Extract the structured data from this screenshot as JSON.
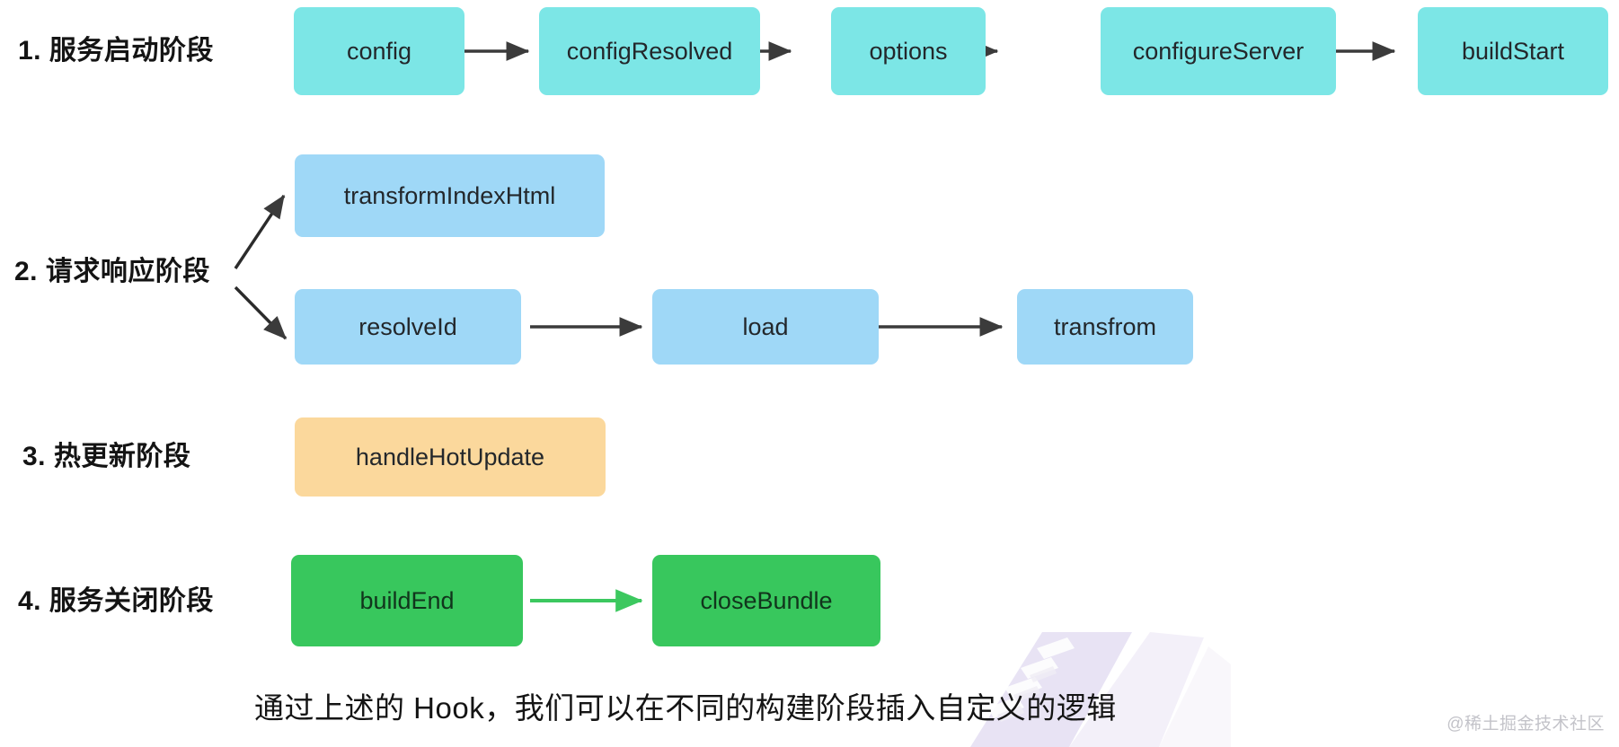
{
  "diagram": {
    "title_caption": "通过上述的 Hook，我们可以在不同的构建阶段插入自定义的逻辑",
    "watermark": "@稀土掘金技术社区",
    "colors": {
      "cyan": "#7ce6e6",
      "blue": "#9fd8f7",
      "amber": "#fbd89c",
      "green": "#38c75d",
      "arrow_dark": "#3b3b3b",
      "arrow_green": "#3cc85f",
      "text_dark": "#141414"
    },
    "stages": [
      {
        "id": "stage-1",
        "label": "1. 服务启动阶段",
        "color_key": "cyan",
        "hooks": [
          "config",
          "configResolved",
          "options",
          "configureServer",
          "buildStart"
        ],
        "flow": "linear"
      },
      {
        "id": "stage-2",
        "label": "2. 请求响应阶段",
        "color_key": "blue",
        "hooks": [
          "transformIndexHtml",
          "resolveId",
          "load",
          "transfrom"
        ],
        "flow": "branch"
      },
      {
        "id": "stage-3",
        "label": "3. 热更新阶段",
        "color_key": "amber",
        "hooks": [
          "handleHotUpdate"
        ],
        "flow": "single"
      },
      {
        "id": "stage-4",
        "label": "4. 服务关闭阶段",
        "color_key": "green",
        "hooks": [
          "buildEnd",
          "closeBundle"
        ],
        "flow": "linear"
      }
    ],
    "boxes": {
      "config": "config",
      "configResolved": "configResolved",
      "options": "options",
      "configureServer": "configureServer",
      "buildStart": "buildStart",
      "transformIndexHtml": "transformIndexHtml",
      "resolveId": "resolveId",
      "load": "load",
      "transfrom": "transfrom",
      "handleHotUpdate": "handleHotUpdate",
      "buildEnd": "buildEnd",
      "closeBundle": "closeBundle"
    }
  }
}
